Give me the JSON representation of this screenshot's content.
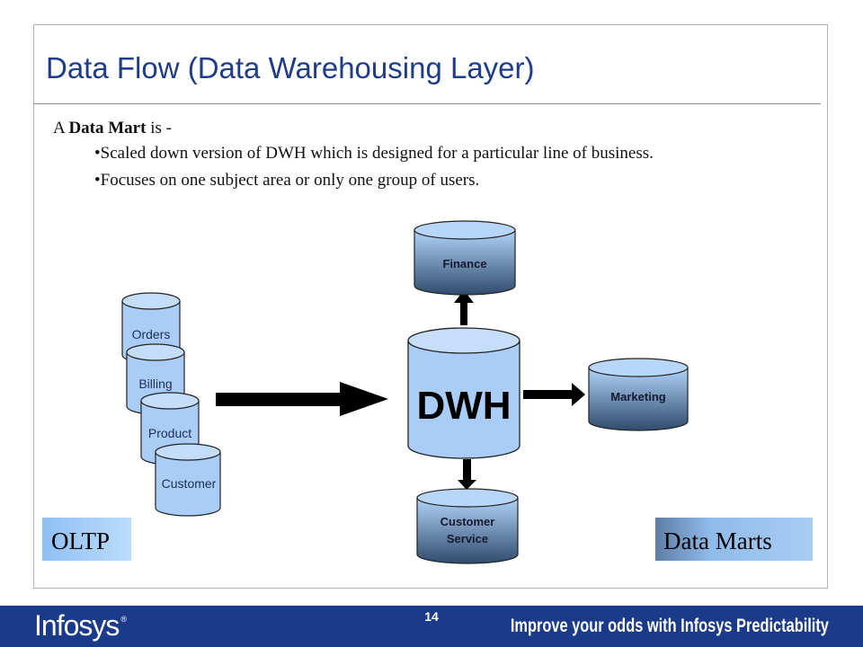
{
  "slide": {
    "title": "Data Flow (Data Warehousing Layer)",
    "intro": {
      "prefix": "A ",
      "term": "Data Mart",
      "suffix": " is -"
    },
    "bullets": [
      "•Scaled down version of DWH which is  designed for a particular line of business.",
      "•Focuses on one subject area or only one group of users."
    ]
  },
  "diagram": {
    "oltp_sources": [
      "Orders",
      "Billing",
      "Product",
      "Customer"
    ],
    "warehouse": "DWH",
    "data_marts": {
      "finance": "Finance",
      "marketing": "Marketing",
      "customer_service_line1": "Customer",
      "customer_service_line2": "Service"
    },
    "label_oltp": "OLTP",
    "label_marts": "Data Marts"
  },
  "colors": {
    "title": "#1f3c88",
    "cylinder_light": "#a9cdf7",
    "cylinder_dark": "#2d4a6e",
    "label_box": "#99c8f6",
    "footer": "#1a3b8a"
  },
  "footer": {
    "logo": "Infosys",
    "registered": "®",
    "page_number": "14",
    "tagline": "Improve your odds with Infosys Predictability"
  }
}
